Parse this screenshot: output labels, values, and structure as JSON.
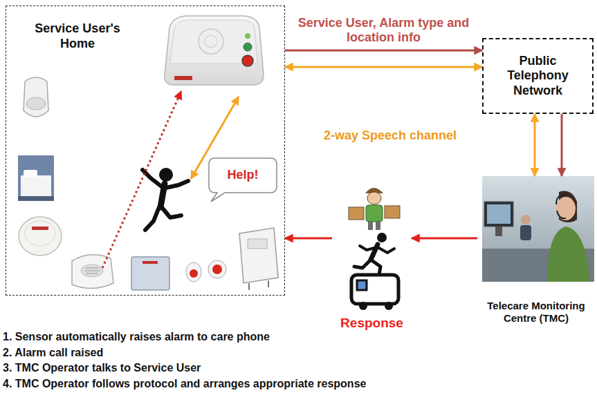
{
  "diagram": {
    "nodes": [
      {
        "text": [
          "Service User's Home"
        ]
      },
      {
        "text": [
          "Help!"
        ],
        "in": 0
      },
      {
        "text": [
          "Public Telephony Network"
        ]
      },
      {
        "text": [
          "Telecare Monitoring Centre (TMC)"
        ]
      },
      {
        "text": [
          "Response"
        ]
      }
    ],
    "edges": [
      {
        "from": 0,
        "to": 2,
        "arrow": "to",
        "label": "Service User, Alarm type and location info"
      },
      {
        "from": 0,
        "to": 2,
        "arrow": "both"
      },
      {
        "from": 2,
        "to": 3,
        "arrow": "both"
      },
      {
        "from": 2,
        "to": 3,
        "arrow": "to"
      },
      {
        "from": 3,
        "to": 4,
        "arrow": "to"
      },
      {
        "from": 4,
        "to": 0,
        "arrow": "to"
      }
    ],
    "labels": [
      "2-way Speech channel",
      "1. Sensor automatically raises alarm to care phone",
      "2. Alarm call raised",
      "3. TMC Operator talks to Service User",
      "4. TMC Operator follows protocol and arranges appropriate response"
    ]
  }
}
